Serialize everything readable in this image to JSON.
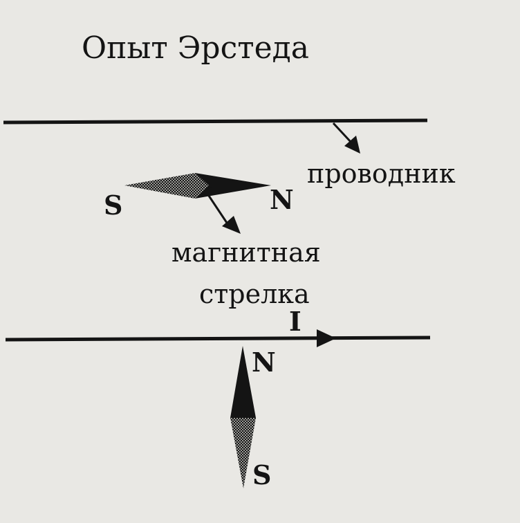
{
  "title": "Опыт Эрстеда",
  "labels": {
    "conductor": "проводник",
    "needle_line1": "магнитная",
    "needle_line2": "стрелка",
    "current": "I"
  },
  "top_needle": {
    "south": "S",
    "north": "N"
  },
  "bottom_needle": {
    "north": "N",
    "south": "S"
  },
  "colors": {
    "background": "#e9e8e4",
    "ink": "#141414"
  }
}
